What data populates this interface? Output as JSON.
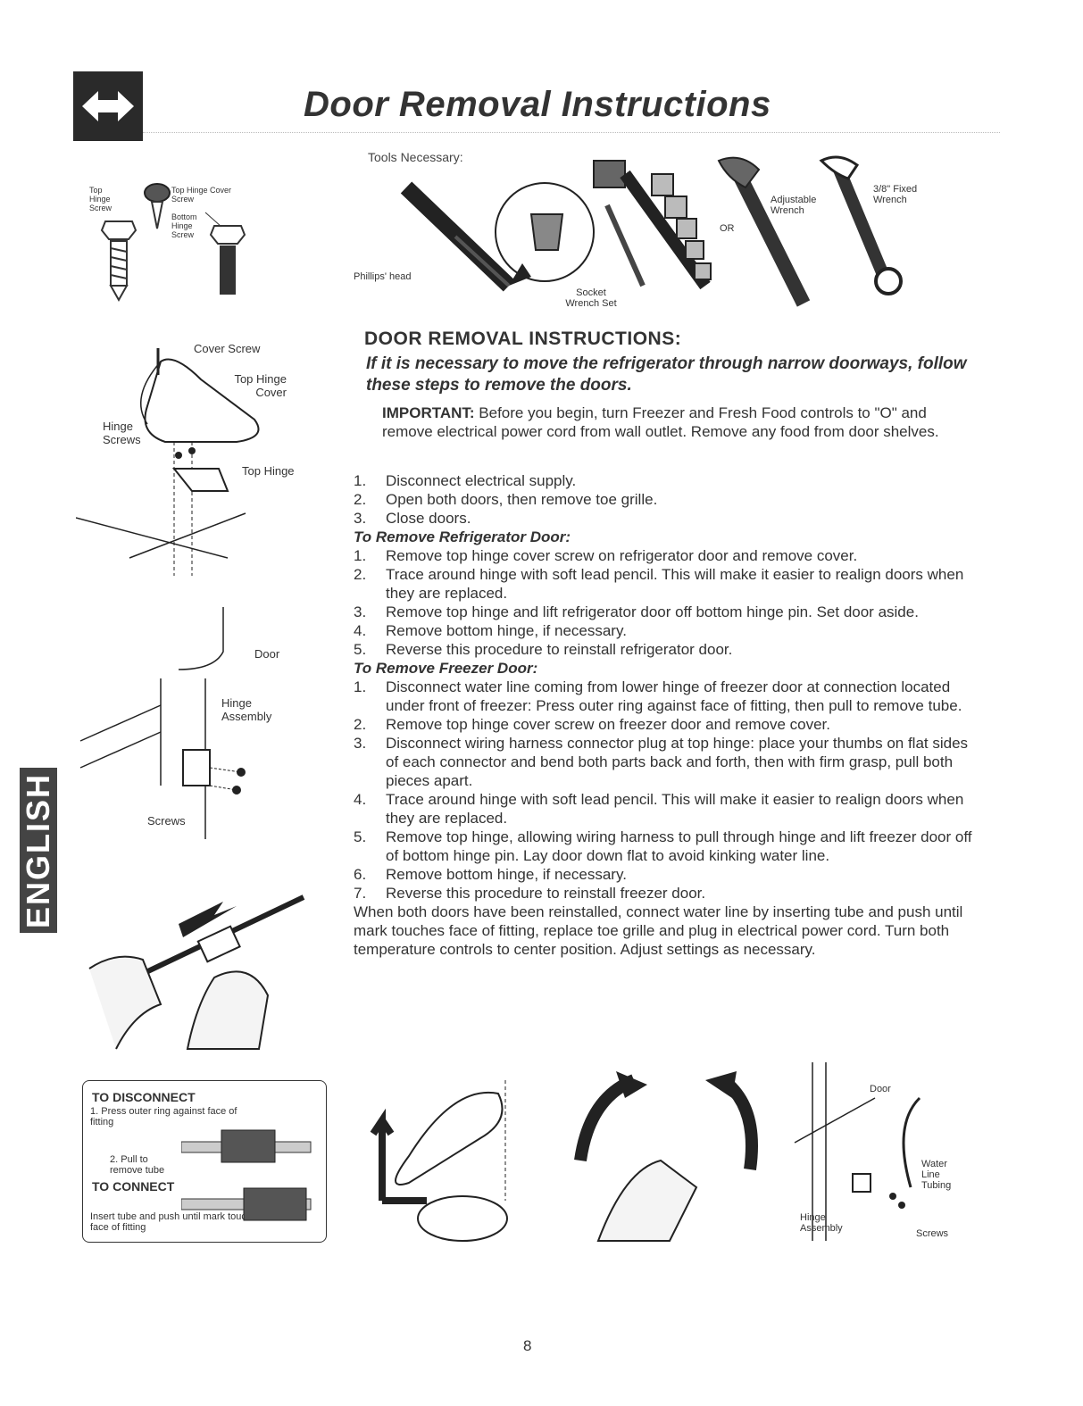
{
  "header": {
    "title": "Door Removal Instructions"
  },
  "sidebar": {
    "language_tab": "ENGLISH"
  },
  "screw_figure": {
    "top_hinge_screw": "Top Hinge Screw",
    "top_hinge_cover_screw": "Top Hinge Cover Screw",
    "bottom_hinge_screw": "Bottom Hinge Screw"
  },
  "tools": {
    "heading": "Tools Necessary:",
    "phillips": "Phillips' head",
    "socket": "Socket Wrench Set",
    "adjustable": "Adjustable Wrench",
    "or": "OR",
    "fixed": "3/8\" Fixed Wrench"
  },
  "hinge_figure": {
    "cover_screw": "Cover Screw",
    "top_hinge_cover": "Top Hinge Cover",
    "hinge_screws": "Hinge Screws",
    "top_hinge": "Top Hinge"
  },
  "door_figure": {
    "door": "Door",
    "hinge_assembly": "Hinge Assembly",
    "screws": "Screws"
  },
  "disconnect_box": {
    "to_disconnect": "TO DISCONNECT",
    "step1": "1. Press outer ring against face of fitting",
    "step2": "2. Pull to remove tube",
    "to_connect": "TO CONNECT",
    "insert": "Insert tube and push until mark touches face of fitting"
  },
  "bottom_figure": {
    "door": "Door",
    "water_line_tubing": "Water Line Tubing",
    "hinge_assembly": "Hinge Assembly",
    "screws": "Screws"
  },
  "instructions": {
    "heading": "DOOR REMOVAL INSTRUCTIONS:",
    "intro": "If it is necessary to move the refrigerator through narrow doorways, follow these steps to remove the doors.",
    "important_label": "IMPORTANT:",
    "important_text": " Before you begin, turn Freezer and Fresh Food controls to \"O\" and remove electrical power cord from wall outlet. Remove any food from door shelves.",
    "general_steps": [
      {
        "n": "1.",
        "text": "Disconnect electrical supply."
      },
      {
        "n": "2.",
        "text": "Open both doors, then remove toe grille."
      },
      {
        "n": "3.",
        "text": "Close doors."
      }
    ],
    "fridge_heading": "To Remove Refrigerator Door:",
    "fridge_steps": [
      {
        "n": "1.",
        "text": "Remove top hinge cover screw on refrigerator door and remove cover."
      },
      {
        "n": "2.",
        "text": "Trace around hinge with soft lead pencil. This will make it easier to realign doors when they are replaced."
      },
      {
        "n": "3.",
        "text": "Remove top hinge and lift refrigerator door off bottom hinge pin. Set door aside."
      },
      {
        "n": "4.",
        "text": "Remove bottom hinge, if necessary."
      },
      {
        "n": "5.",
        "text": "Reverse this procedure to reinstall refrigerator door."
      }
    ],
    "freezer_heading": "To Remove Freezer Door:",
    "freezer_steps": [
      {
        "n": "1.",
        "text": "Disconnect water line coming from lower hinge of freezer door at connection located under front of freezer: Press outer ring against face of fitting, then pull to remove tube."
      },
      {
        "n": "2.",
        "text": "Remove top hinge cover screw on freezer door and remove cover."
      },
      {
        "n": "3.",
        "text": "Disconnect wiring harness connector plug at top hinge: place your thumbs on flat sides of each connector and bend both parts back and forth, then with firm grasp, pull both pieces apart."
      },
      {
        "n": "4.",
        "text": "Trace around hinge with soft lead pencil. This will make it easier to realign doors when they are replaced."
      },
      {
        "n": "5.",
        "text": "Remove top hinge, allowing wiring harness to pull through hinge and lift freezer door off of bottom hinge pin. Lay door down flat to avoid kinking water line."
      },
      {
        "n": "6.",
        "text": "Remove bottom hinge, if necessary."
      },
      {
        "n": "7.",
        "text": "Reverse this procedure to reinstall freezer door."
      }
    ],
    "closing": "When both doors have been reinstalled, connect water line by inserting tube and push until mark touches face of fitting, replace toe grille and plug in electrical power cord. Turn both temperature controls to center position. Adjust settings as necessary."
  },
  "footer": {
    "page_number": "8"
  }
}
